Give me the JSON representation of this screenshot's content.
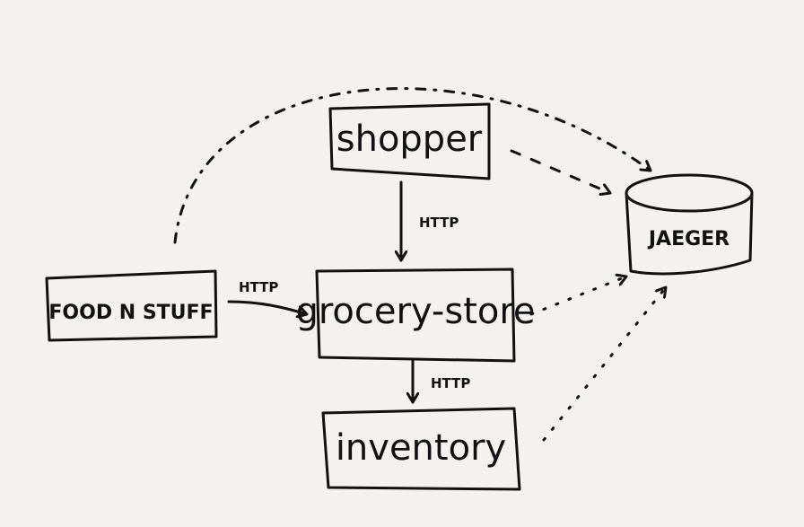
{
  "nodes": {
    "shopper": "shopper",
    "grocery_store": "grocery-store",
    "inventory": "inventory",
    "food_n_stuff": "FOOD N STUFF",
    "jaeger": "JAEGER"
  },
  "edge_labels": {
    "shopper_to_grocery": "HTTP",
    "food_to_grocery": "HTTP",
    "grocery_to_inventory": "HTTP"
  }
}
